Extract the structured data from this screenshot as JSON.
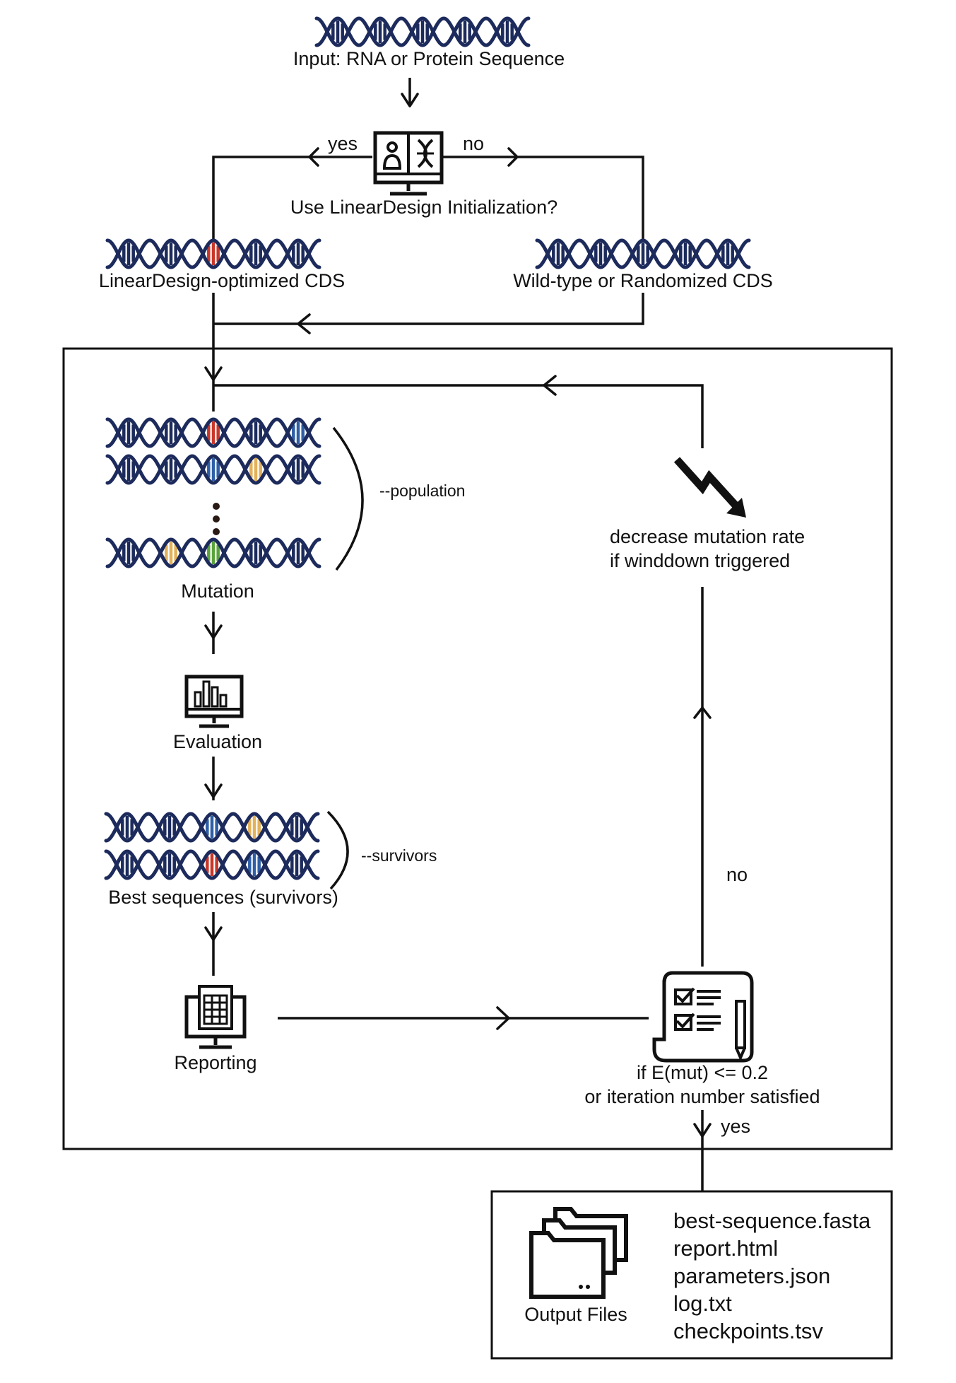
{
  "input": {
    "label": "Input: RNA or Protein Sequence"
  },
  "decision": {
    "label": "Use LinearDesign Initialization?",
    "yes": "yes",
    "no": "no"
  },
  "init": {
    "lineardesign_cds": "LinearDesign-optimized CDS",
    "wildtype_cds": "Wild-type or Randomized CDS"
  },
  "loop": {
    "population_note": "--population",
    "mutation": "Mutation",
    "evaluation": "Evaluation",
    "survivors_note": "--survivors",
    "best_sequences": "Best sequences (survivors)",
    "reporting": "Reporting",
    "winddown_line1": "decrease mutation rate",
    "winddown_line2": "if winddown triggered",
    "stop_line1": "if E(mut) <= 0.2",
    "stop_line2": "or iteration number satisfied",
    "no": "no",
    "yes": "yes"
  },
  "output": {
    "label": "Output Files",
    "files": [
      "best-sequence.fasta",
      "report.html",
      "parameters.json",
      "log.txt",
      "checkpoints.tsv"
    ]
  },
  "colors": {
    "helix": "#1d2b5c",
    "red": "#c8372a",
    "blue": "#2f5fa6",
    "yellow": "#e3b159",
    "green": "#5aa33c",
    "line": "#111111"
  }
}
